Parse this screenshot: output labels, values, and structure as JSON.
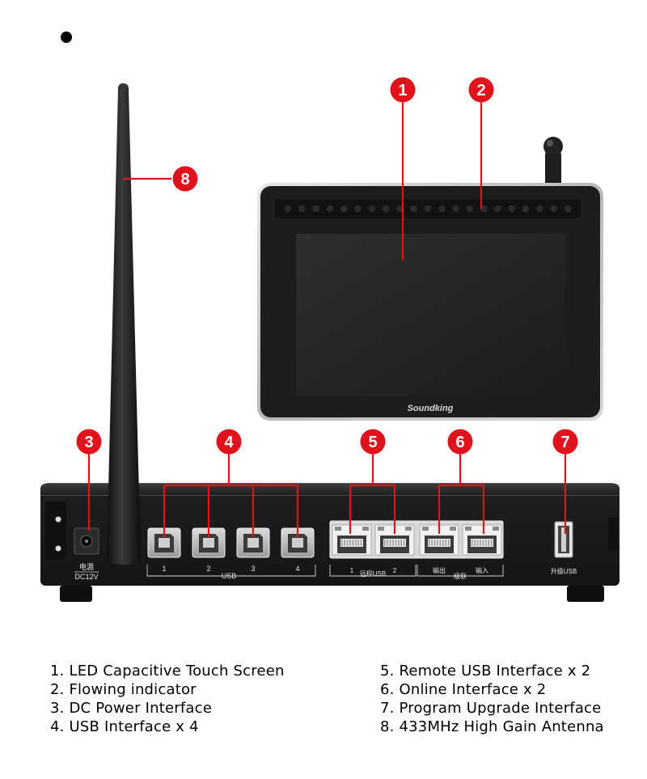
{
  "device": {
    "brand": "Soundking",
    "panel_labels": {
      "power_cn": "电源",
      "power_v": "DC12V",
      "usb": "USB",
      "usb_numbers": [
        "1",
        "2",
        "3",
        "4"
      ],
      "remote_cn": "远程USB",
      "remote_numbers": [
        "1",
        "2"
      ],
      "out_cn": "输出",
      "cascade_cn": "级联",
      "in_cn": "输入",
      "upgrade": "升级USB"
    }
  },
  "callouts": [
    "1",
    "2",
    "3",
    "4",
    "5",
    "6",
    "7",
    "8"
  ],
  "legend": {
    "left": [
      "1. LED Capacitive Touch Screen",
      "2. Flowing indicator",
      "3. DC Power Interface",
      "4. USB Interface x 4"
    ],
    "right": [
      "5. Remote USB Interface x 2",
      "6. Online Interface x 2",
      "7. Program Upgrade Interface",
      "8. 433MHz High Gain Antenna"
    ]
  },
  "colors": {
    "callout_red": "#e0121c",
    "device_black": "#1c1c1c",
    "screen": "#2a2a2a"
  }
}
